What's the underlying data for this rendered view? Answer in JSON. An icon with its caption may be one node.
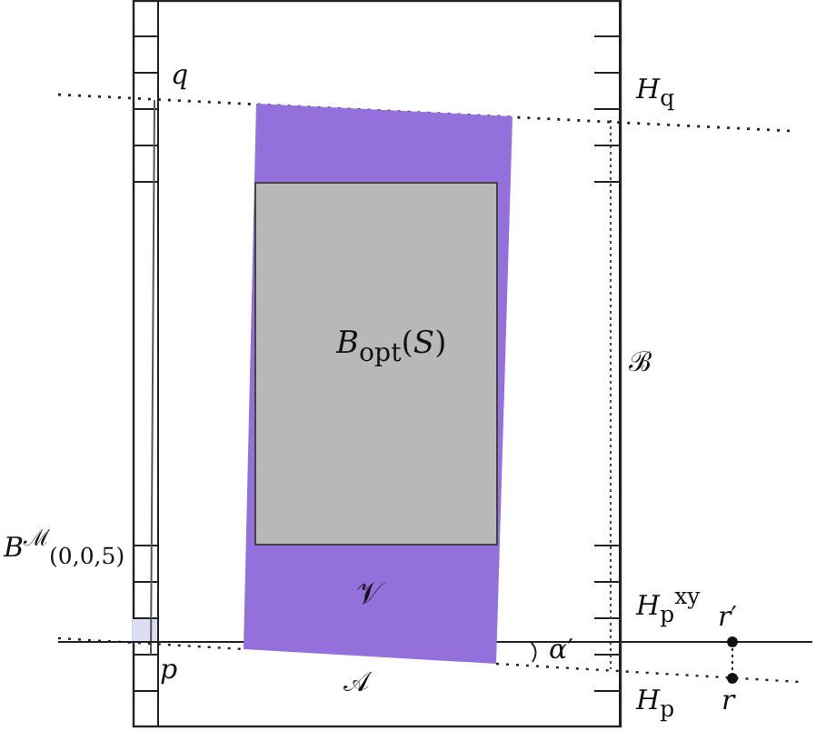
{
  "diagram": {
    "nodes": [
      {
        "text": [
          "𝒱"
        ]
      },
      {
        "text": [
          "*B*$_{opt}$(*S*)"
        ],
        "in": 0
      }
    ],
    "labels": [
      "*q*",
      "*H*$_{q}$",
      "ℬ",
      "*B*$^{ℳ}$$_{(0,0,5)}$",
      "*H*$_{p}$$^{xy}$",
      "*r*′",
      "*p*",
      "*α*′",
      "𝒜",
      "*r*",
      "*H*$_{p}$"
    ]
  }
}
